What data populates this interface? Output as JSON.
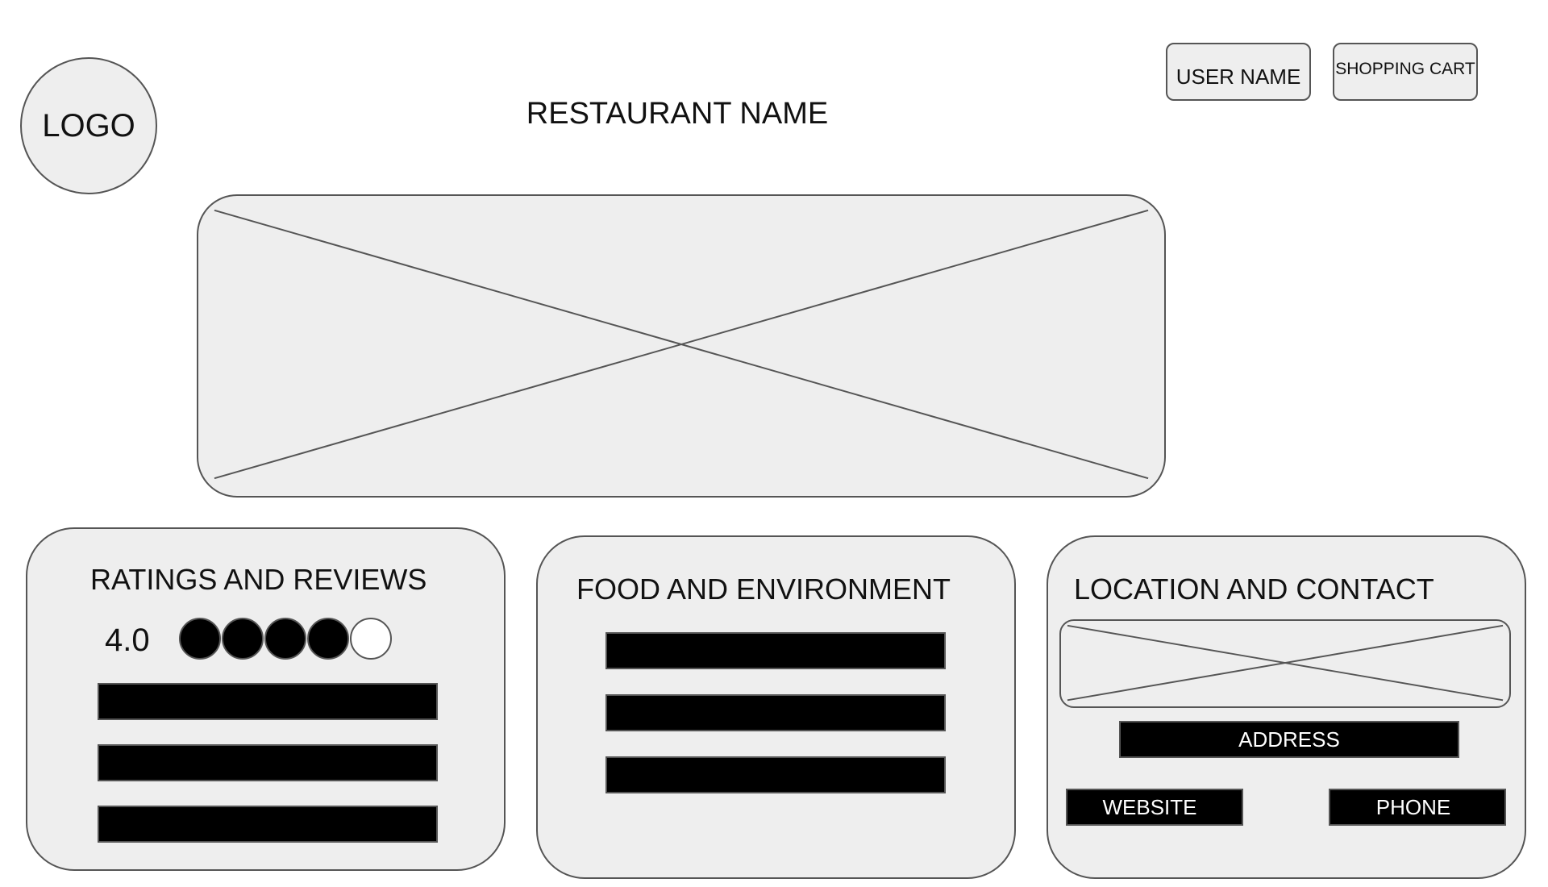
{
  "header": {
    "logo_label": "LOGO",
    "restaurant_name": "RESTAURANT NAME",
    "user_name_label": "USER NAME",
    "shopping_cart_label": "SHOPPING CART"
  },
  "ratings": {
    "title": "RATINGS AND REVIEWS",
    "score": "4.0",
    "filled": 4,
    "total": 5
  },
  "food": {
    "title": "FOOD AND ENVIRONMENT"
  },
  "location": {
    "title": "LOCATION AND CONTACT",
    "address_label": "ADDRESS",
    "website_label": "WEBSITE",
    "phone_label": "PHONE"
  },
  "colors": {
    "panel_fill": "#eeeeee",
    "border": "#555555",
    "bar_fill": "#000000"
  }
}
